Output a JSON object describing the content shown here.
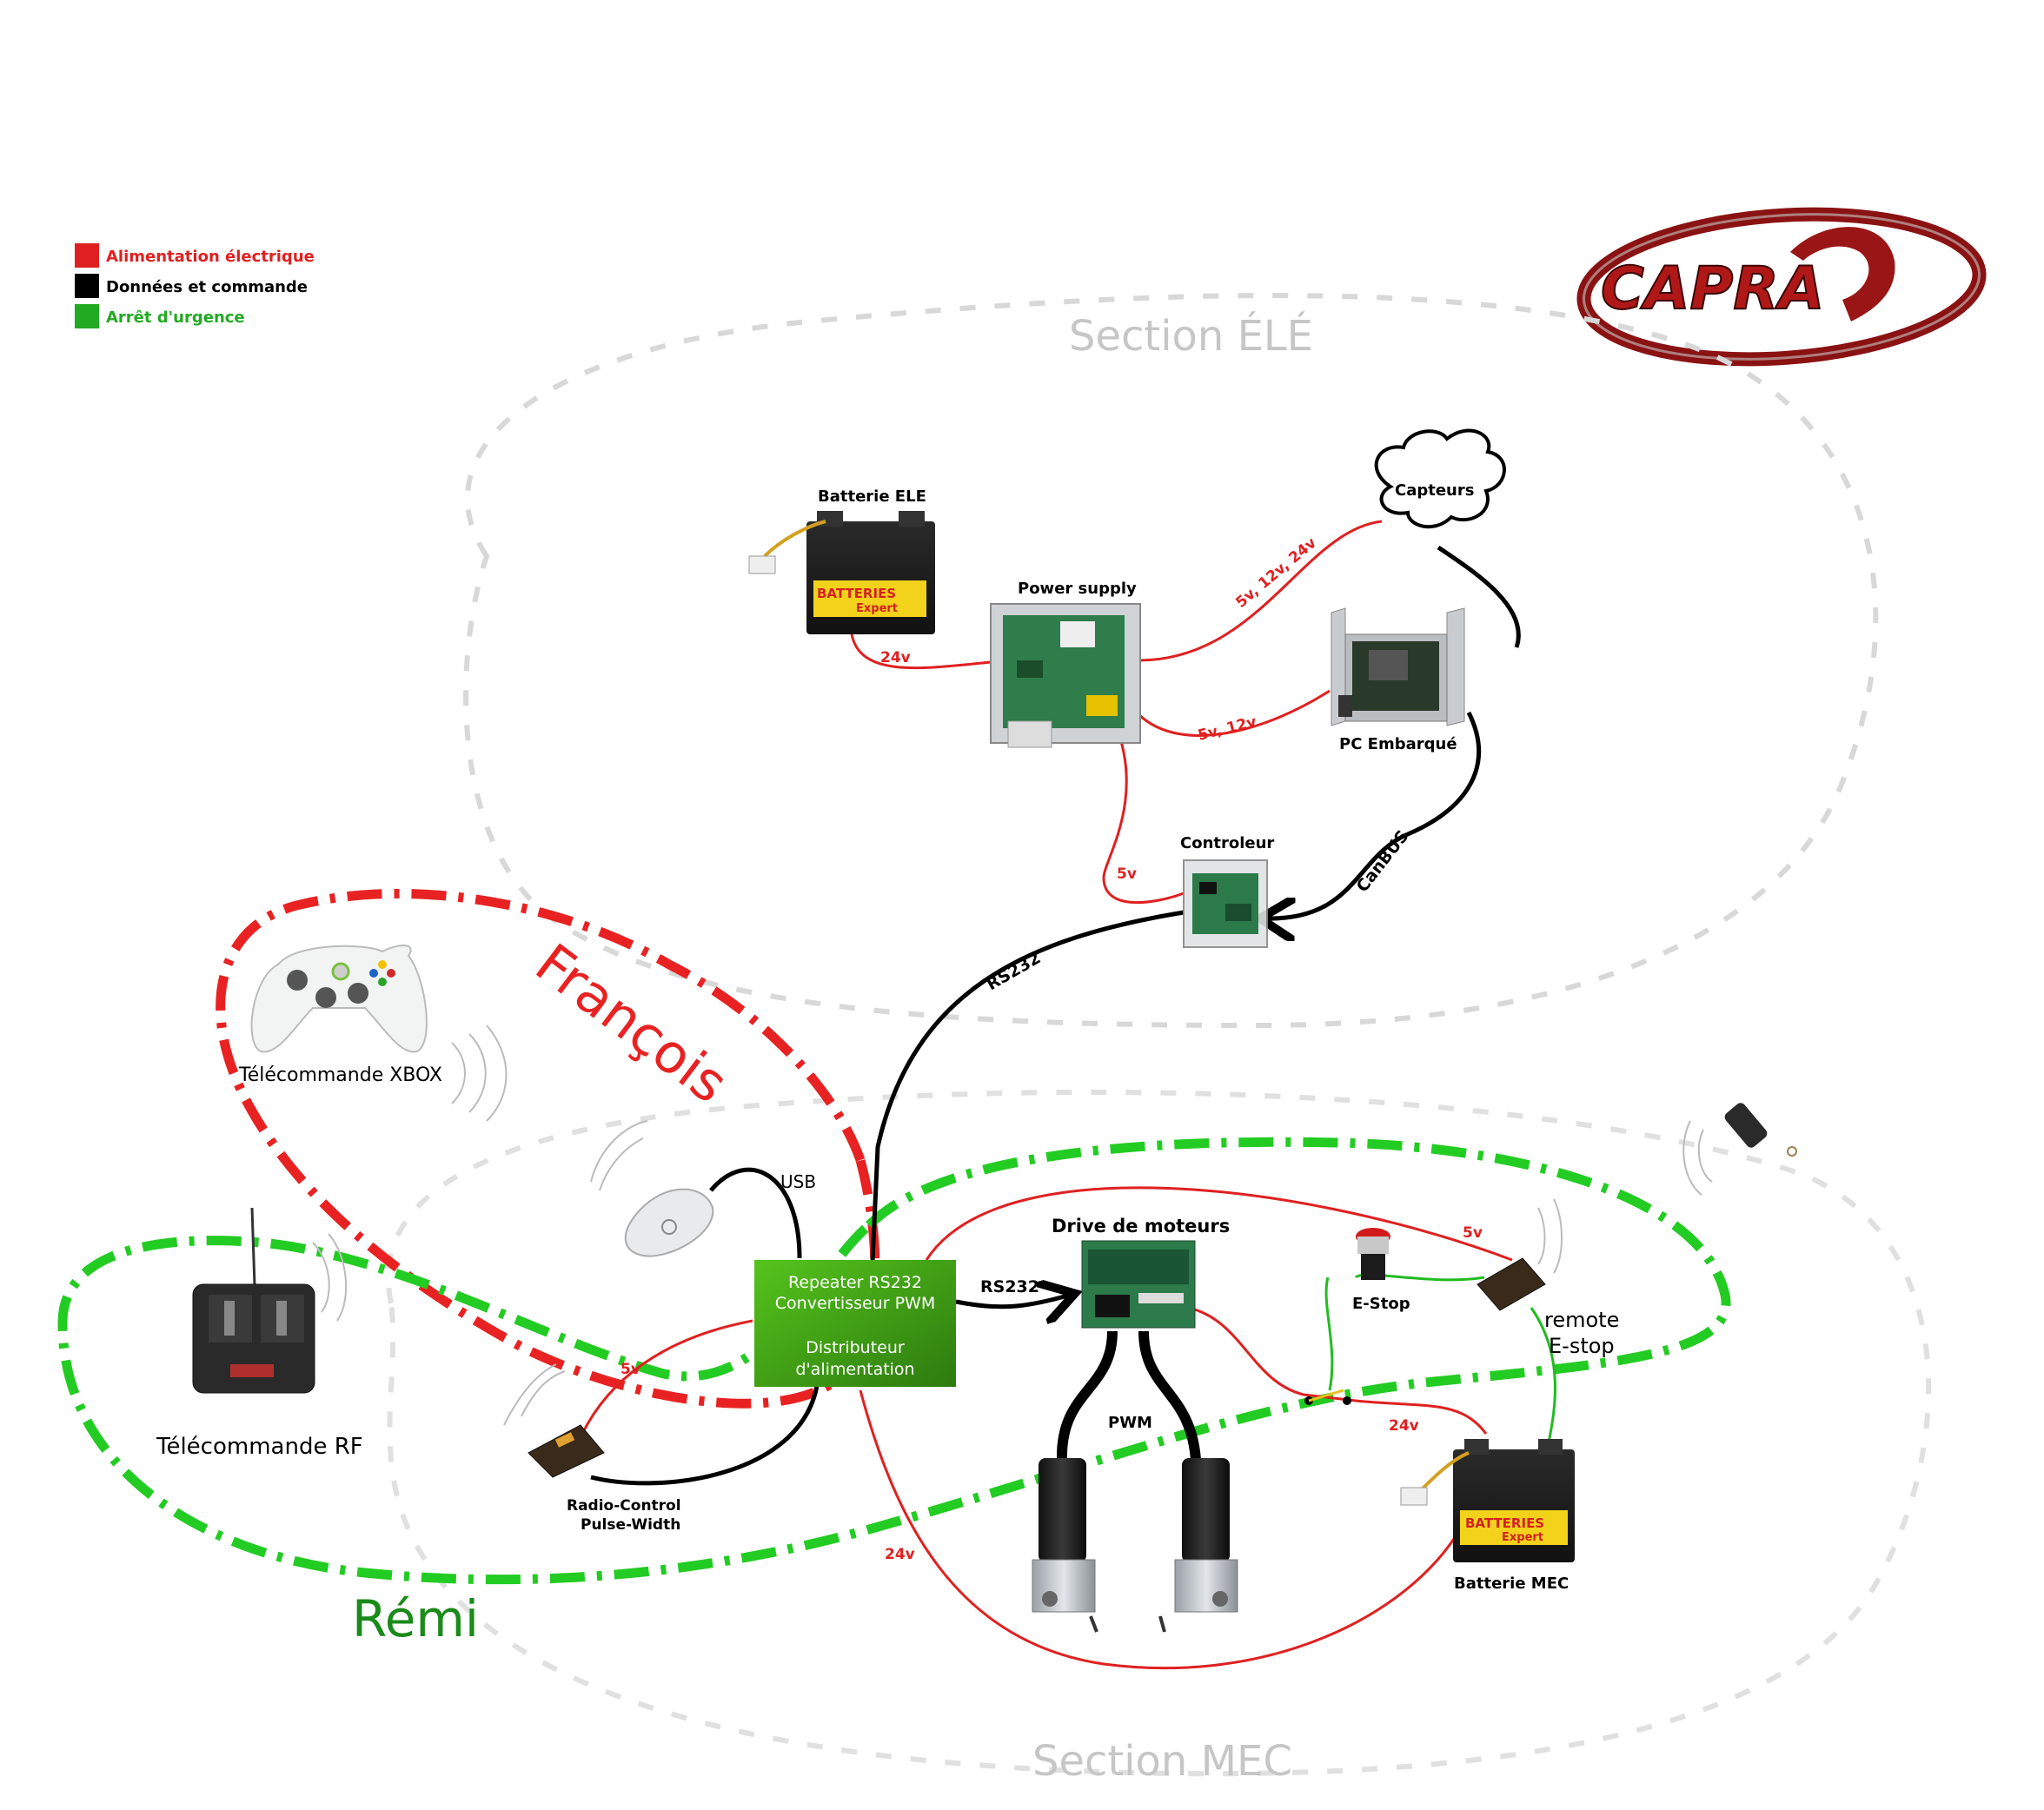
{
  "legend": [
    {
      "label": "Alimentation électrique",
      "color": "#e02020"
    },
    {
      "label": "Données et commande",
      "color": "#000000"
    },
    {
      "label": "Arrêt d'urgence",
      "color": "#22aa22"
    }
  ],
  "logo_text": "CAPRA",
  "sections": {
    "ele": "Section ÉLÉ",
    "mec": "Section MEC"
  },
  "people": {
    "francois": "François",
    "remi": "Rémi"
  },
  "components": {
    "batterie_ele": "Batterie ELE",
    "battery_brand_1": "BATTERIES",
    "battery_brand_2": "Expert",
    "power_supply": "Power supply",
    "capteurs": "Capteurs",
    "pc": "PC Embarqué",
    "controleur": "Controleur",
    "xbox": "Télécommande XBOX",
    "rf": "Télécommande RF",
    "usb": "USB",
    "repeater_lines": [
      "Repeater RS232",
      "Convertisseur PWM",
      "",
      "Distributeur",
      "d'alimentation"
    ],
    "rc_lines": [
      "Radio-Control",
      "Pulse-Width"
    ],
    "drive": "Drive de moteurs",
    "pwm": "PWM",
    "estop": "E-Stop",
    "remote_estop_lines": [
      "remote",
      "E-stop"
    ],
    "batterie_mec": "Batterie MEC"
  },
  "wire_labels": {
    "v24_ele": "24v",
    "v5_12_24": "5v, 12v, 24v",
    "v5_12": "5v, 12v",
    "v5_ctrl": "5v",
    "canbus": "CanBUS",
    "rs232_ctrl": "RS232",
    "rs232_drive": "RS232",
    "v5_rc": "5v",
    "v5_estop": "5v",
    "v24_mec": "24v",
    "v24_rep": "24v"
  },
  "colors": {
    "power": "#e02020",
    "data": "#000000",
    "estop": "#22cc22",
    "section": "#d8d8d8",
    "remi": "#1a8a1a",
    "francois": "#e02020",
    "repeater": "#3c9a16"
  }
}
